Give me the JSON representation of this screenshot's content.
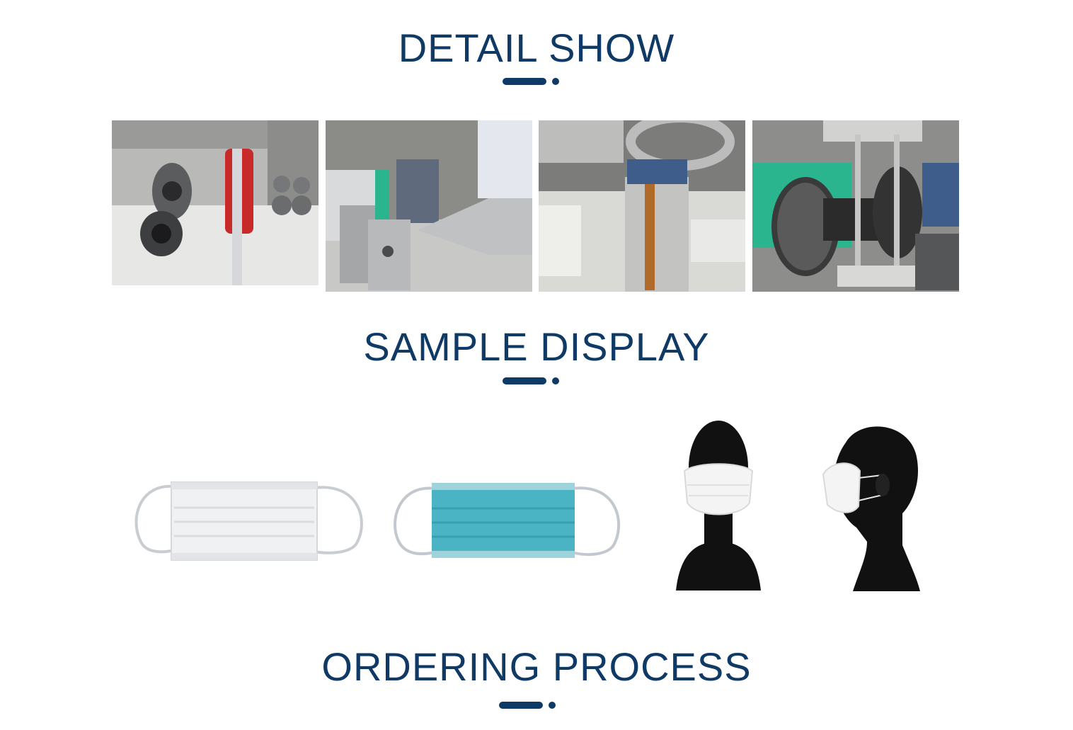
{
  "sections": {
    "detail": {
      "title": "DETAIL SHOW"
    },
    "sample": {
      "title": "SAMPLE DISPLAY"
    },
    "ordering": {
      "title": "ORDERING PROCESS"
    }
  },
  "colors": {
    "title": "#0f3a66",
    "accent_green": "#2bb58f",
    "mask_blue": "#4ab3c4"
  },
  "detail_photos": [
    {
      "icon": "machine-roller-photo"
    },
    {
      "icon": "ultrasonic-welder-photo"
    },
    {
      "icon": "welding-wheel-photo"
    },
    {
      "icon": "embossing-roller-photo"
    }
  ],
  "sample_photos": [
    {
      "icon": "white-mask-photo"
    },
    {
      "icon": "blue-mask-photo"
    },
    {
      "icon": "mannequin-front-photo"
    },
    {
      "icon": "mannequin-side-photo"
    }
  ]
}
